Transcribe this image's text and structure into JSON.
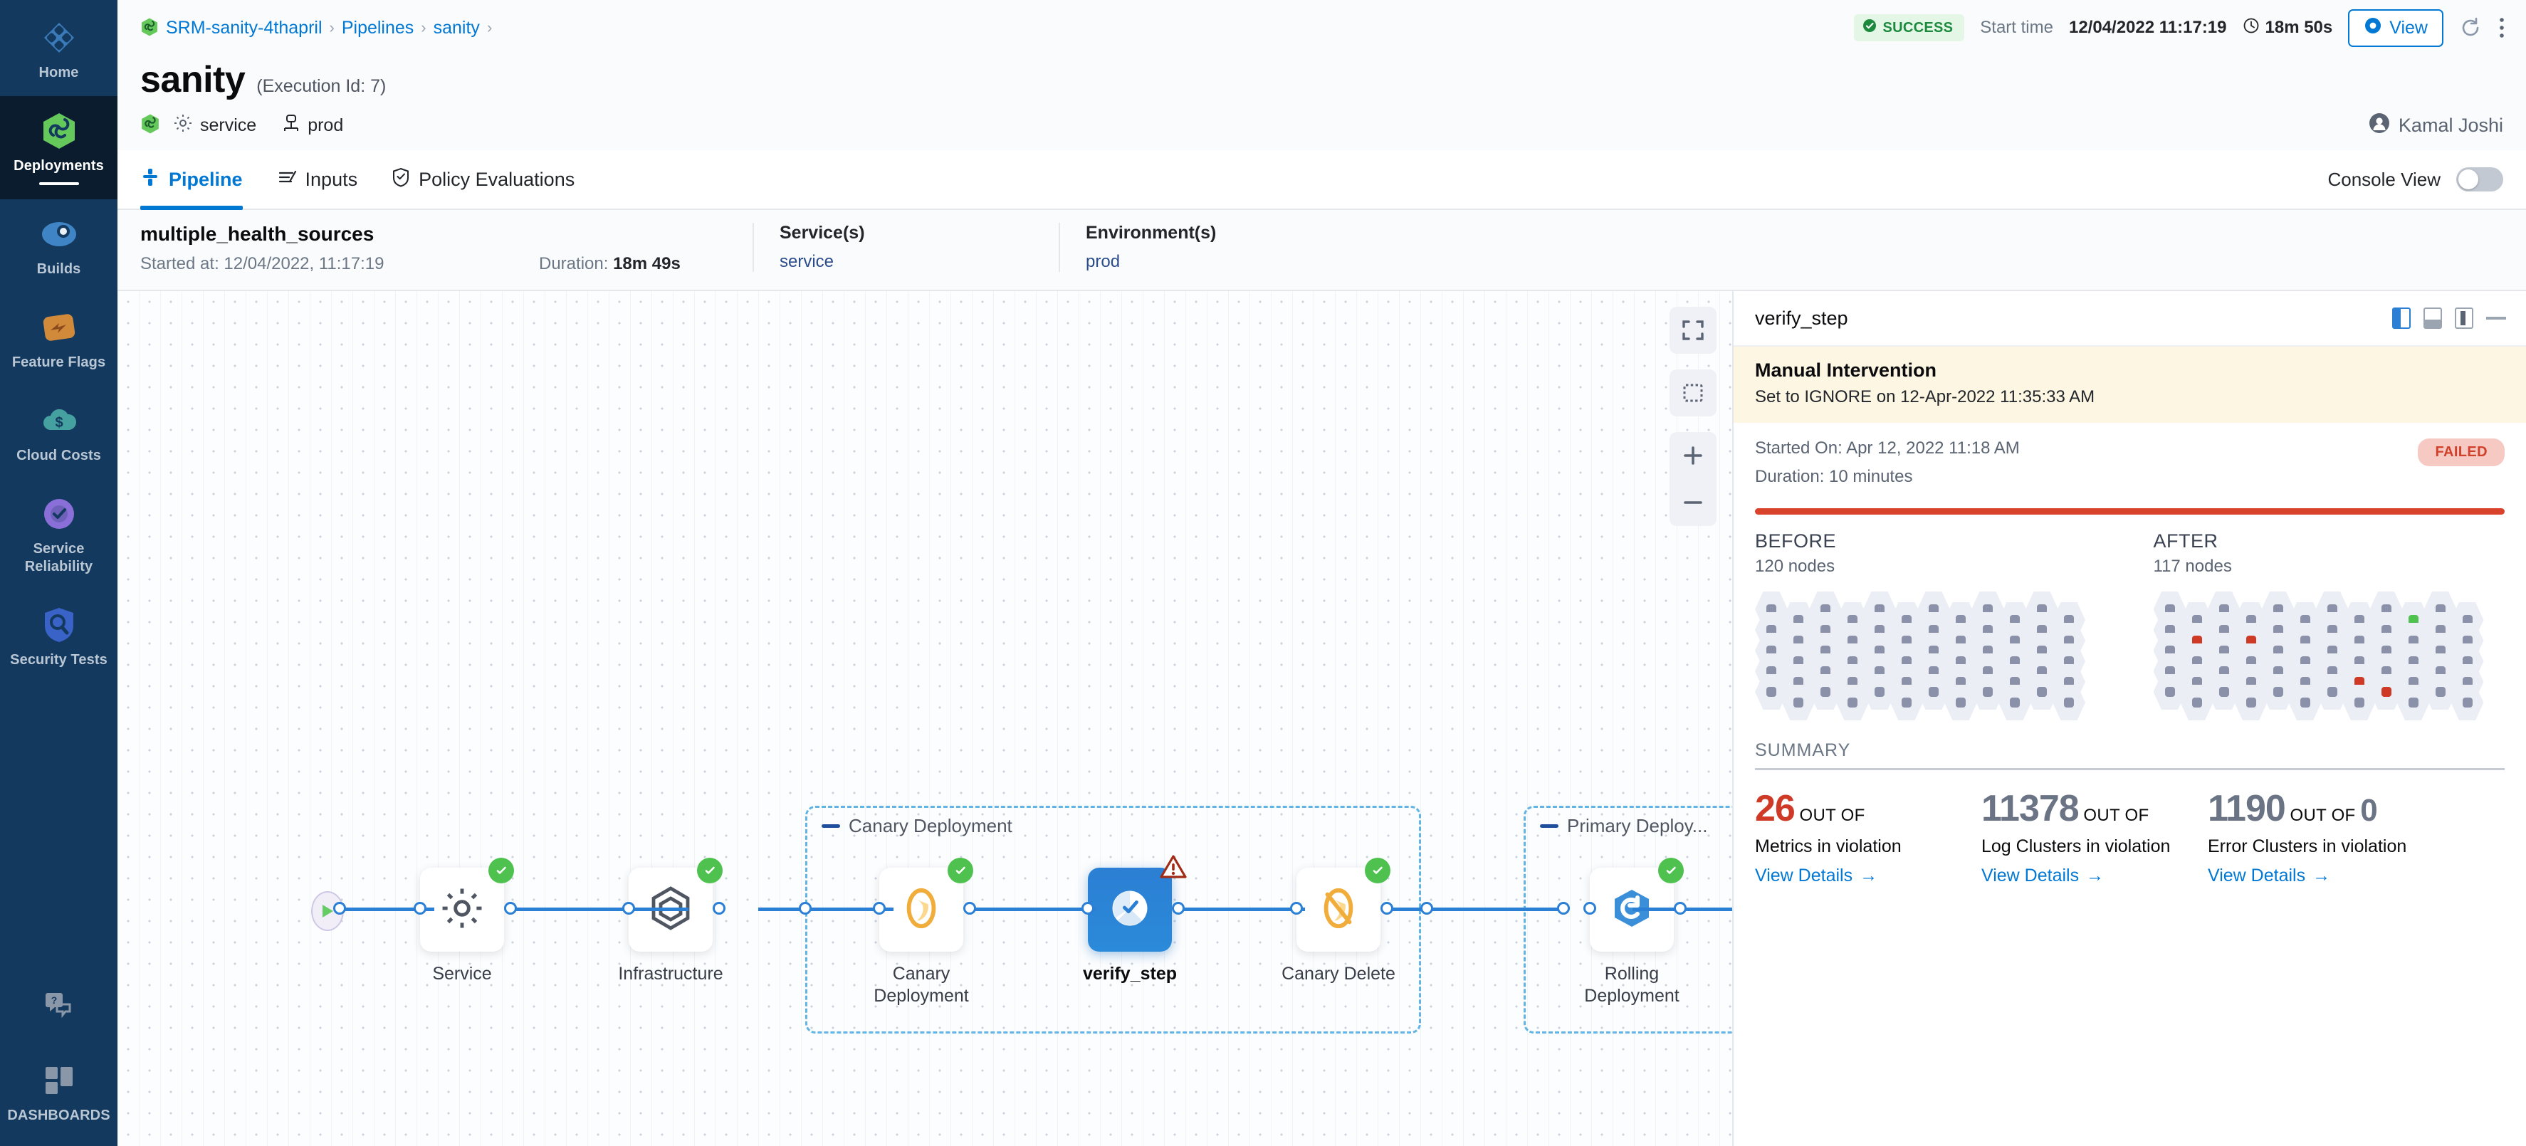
{
  "sidebar": {
    "items": [
      {
        "label": "Home",
        "icon": "home-icon",
        "active": false
      },
      {
        "label": "Deployments",
        "icon": "deployments-icon",
        "active": true
      },
      {
        "label": "Builds",
        "icon": "builds-icon",
        "active": false
      },
      {
        "label": "Feature Flags",
        "icon": "feature-flags-icon",
        "active": false
      },
      {
        "label": "Cloud Costs",
        "icon": "cloud-costs-icon",
        "active": false
      },
      {
        "label": "Service Reliability",
        "icon": "service-reliability-icon",
        "active": false
      },
      {
        "label": "Security Tests",
        "icon": "security-tests-icon",
        "active": false
      }
    ],
    "help_icon": "help-chat-icon",
    "dashboards": {
      "label": "DASHBOARDS",
      "icon": "dashboards-icon"
    }
  },
  "topbar": {
    "breadcrumbs": [
      "SRM-sanity-4thapril",
      "Pipelines",
      "sanity"
    ],
    "status": "SUCCESS",
    "start_time_label": "Start time",
    "start_time_value": "12/04/2022 11:17:19",
    "duration": "18m 50s",
    "view_button": "View",
    "refresh_icon": "refresh-icon",
    "more_icon": "more-vertical-icon"
  },
  "header": {
    "title": "sanity",
    "execution_id": "(Execution Id: 7)",
    "service": "service",
    "environment": "prod",
    "user": "Kamal Joshi"
  },
  "tabs": [
    {
      "label": "Pipeline",
      "icon": "pipeline-icon",
      "active": true
    },
    {
      "label": "Inputs",
      "icon": "inputs-icon",
      "active": false
    },
    {
      "label": "Policy Evaluations",
      "icon": "policy-shield-icon",
      "active": false
    }
  ],
  "console_view": {
    "label": "Console View",
    "enabled": false
  },
  "execution": {
    "name": "multiple_health_sources",
    "started_at": "Started at: 12/04/2022, 11:17:19",
    "duration_label": "Duration:",
    "duration_value": "18m 49s",
    "services_heading": "Service(s)",
    "services_value": "service",
    "environments_heading": "Environment(s)",
    "environments_value": "prod"
  },
  "graph": {
    "controls": [
      "fullscreen-icon",
      "fit-to-screen-icon",
      "zoom-in-icon",
      "zoom-out-icon"
    ],
    "groups": [
      {
        "label": "Canary Deployment"
      },
      {
        "label": "Primary Deploy..."
      }
    ],
    "nodes": [
      {
        "label": "Service",
        "icon": "gear-icon",
        "status": "success",
        "selected": false
      },
      {
        "label": "Infrastructure",
        "icon": "hexagon-icon",
        "status": "success",
        "selected": false
      },
      {
        "label": "Canary Deployment",
        "icon": "canary-icon",
        "status": "success",
        "selected": false
      },
      {
        "label": "verify_step",
        "icon": "verify-icon",
        "status": "warning",
        "selected": true
      },
      {
        "label": "Canary Delete",
        "icon": "canary-delete-icon",
        "status": "success",
        "selected": false
      },
      {
        "label": "Rolling Deployment",
        "icon": "rolling-icon",
        "status": "success",
        "selected": false
      }
    ]
  },
  "panel": {
    "title": "verify_step",
    "layout_icons": [
      "split-left-icon",
      "split-bottom-icon",
      "split-right-icon",
      "minimize-icon"
    ],
    "manual_intervention": {
      "title": "Manual Intervention",
      "subtitle": "Set to IGNORE on 12-Apr-2022 11:35:33 AM"
    },
    "started_on": "Started On: Apr 12, 2022 11:18 AM",
    "duration": "Duration: 10 minutes",
    "status_badge": "FAILED",
    "before": {
      "title": "BEFORE",
      "nodes": "120 nodes",
      "count": 120
    },
    "after": {
      "title": "AFTER",
      "nodes": "117 nodes",
      "count": 117
    },
    "summary_heading": "SUMMARY",
    "stats": [
      {
        "value": "26",
        "value_color": "red",
        "out_of": "OUT OF",
        "total": "",
        "total_color": "gray",
        "desc": "Metrics in violation",
        "link": "View Details"
      },
      {
        "value": "11378",
        "value_color": "mixed",
        "out_of": "OUT OF",
        "total": "",
        "total_color": "gray",
        "desc": "Log Clusters in violation",
        "link": "View Details"
      },
      {
        "value": "1190",
        "value_color": "gray",
        "out_of": "OUT OF",
        "total": "0",
        "total_color": "gray",
        "desc": "Error Clusters in violation",
        "link": "View Details"
      }
    ]
  },
  "colors": {
    "brand_blue": "#0278d5",
    "success_green": "#4ec14e",
    "failed_red": "#cf3a26",
    "sidebar_bg": "#14395e",
    "warning_amber": "#fdf6e3"
  }
}
